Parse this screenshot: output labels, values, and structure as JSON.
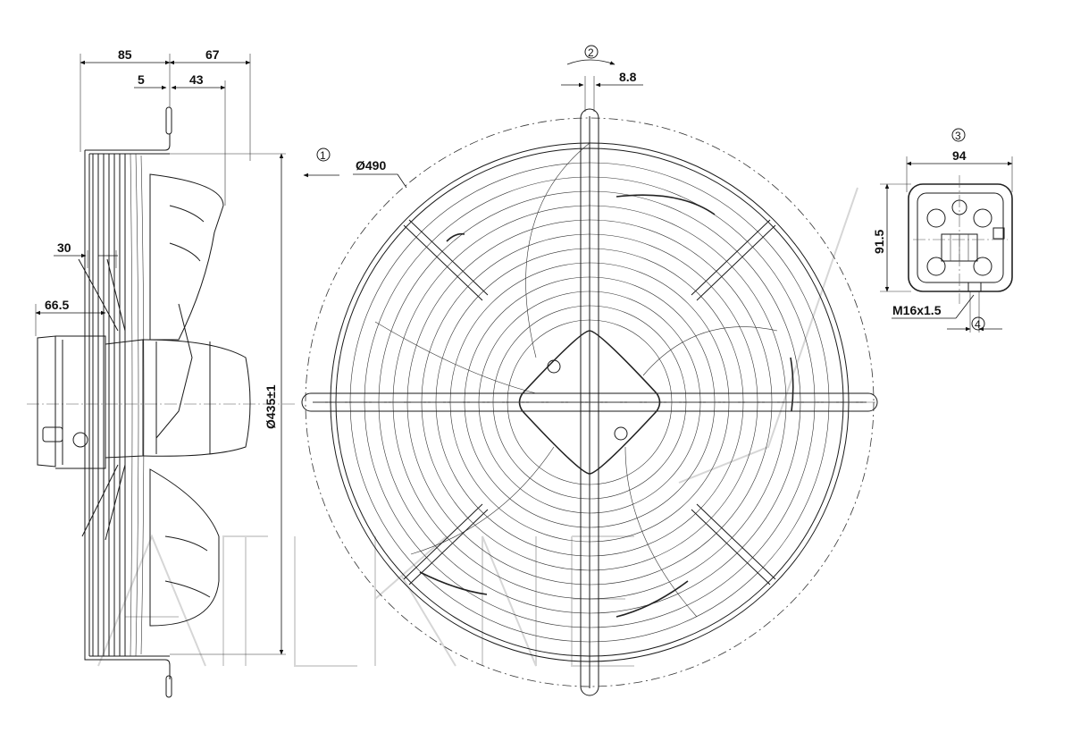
{
  "side_view": {
    "dims": {
      "d85": "85",
      "d67": "67",
      "d5": "5",
      "d43": "43",
      "d30": "30",
      "d66_5": "66.5",
      "diameter_435": "Ø435±1"
    }
  },
  "front_view": {
    "diameter_490": "Ø490",
    "dim_8_8": "8.8",
    "callout_1": "1",
    "callout_2": "2"
  },
  "terminal_box": {
    "callout_3": "3",
    "callout_4": "4",
    "width": "94",
    "height": "91.5",
    "thread": "M16x1.5"
  }
}
